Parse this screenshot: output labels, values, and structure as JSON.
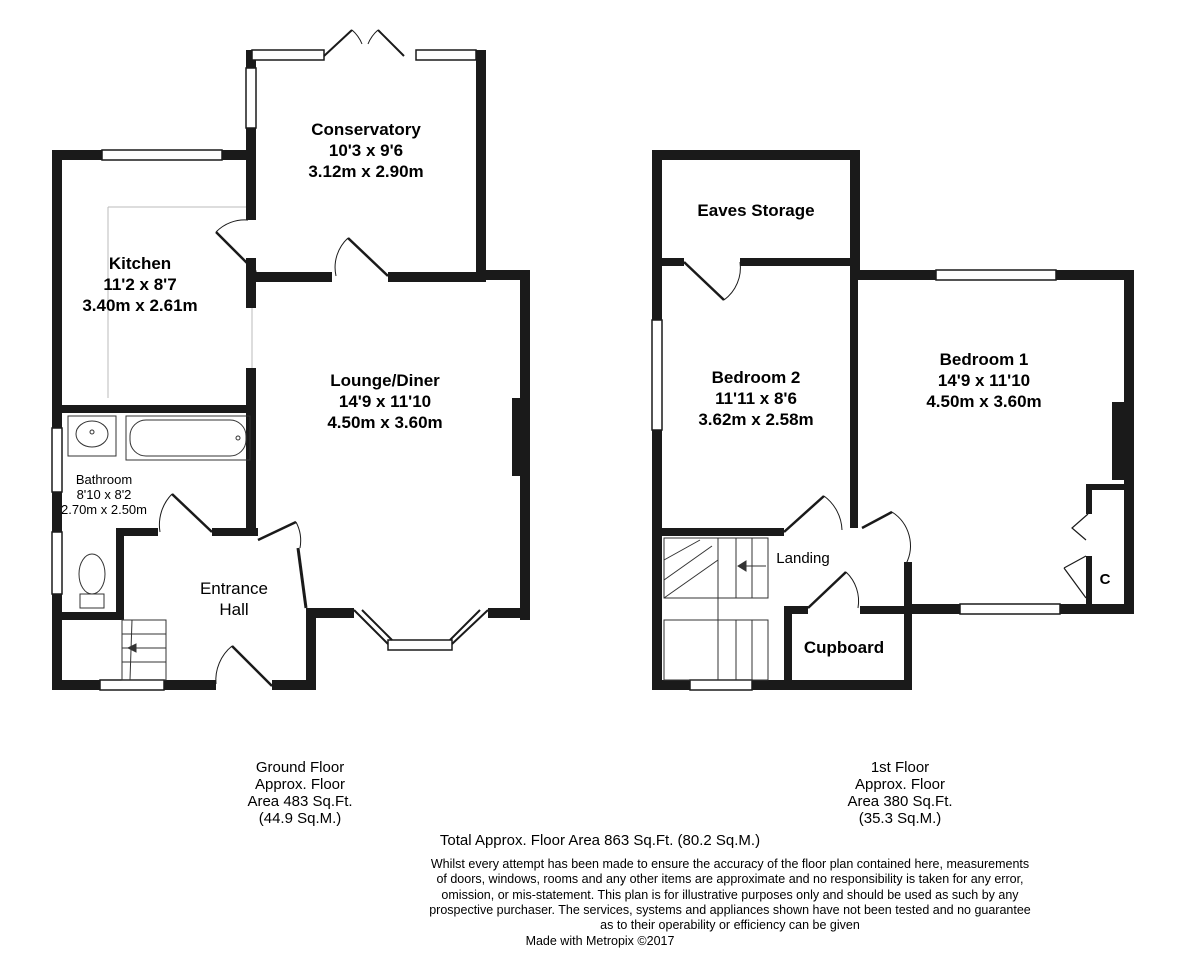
{
  "rooms": {
    "conservatory": {
      "name": "Conservatory",
      "imperial": "10'3 x 9'6",
      "metric": "3.12m x 2.90m"
    },
    "kitchen": {
      "name": "Kitchen",
      "imperial": "11'2 x 8'7",
      "metric": "3.40m x 2.61m"
    },
    "lounge": {
      "name": "Lounge/Diner",
      "imperial": "14'9 x 11'10",
      "metric": "4.50m x 3.60m"
    },
    "bathroom": {
      "name": "Bathroom",
      "imperial": "8'10 x 8'2",
      "metric": "2.70m x 2.50m"
    },
    "entrance": {
      "line1": "Entrance",
      "line2": "Hall"
    },
    "eaves": {
      "name": "Eaves Storage"
    },
    "bedroom2": {
      "name": "Bedroom 2",
      "imperial": "11'11 x 8'6",
      "metric": "3.62m x 2.58m"
    },
    "bedroom1": {
      "name": "Bedroom 1",
      "imperial": "14'9 x 11'10",
      "metric": "4.50m x 3.60m"
    },
    "landing": {
      "name": "Landing"
    },
    "cupboard": {
      "name": "Cupboard"
    },
    "closet": {
      "name": "C"
    }
  },
  "ground_floor": {
    "line1": "Ground Floor",
    "line2": "Approx. Floor",
    "line3": "Area 483 Sq.Ft.",
    "line4": "(44.9 Sq.M.)"
  },
  "first_floor": {
    "line1": "1st Floor",
    "line2": "Approx. Floor",
    "line3": "Area 380 Sq.Ft.",
    "line4": "(35.3 Sq.M.)"
  },
  "total_area": "Total Approx. Floor Area 863 Sq.Ft. (80.2 Sq.M.)",
  "disclaimer": [
    "Whilst every attempt has been made to ensure the accuracy of the floor plan contained here, measurements",
    "of doors, windows, rooms and any other items are approximate and no responsibility is taken for any error,",
    "omission, or mis-statement. This plan is for illustrative purposes only and should be used as such by any",
    "prospective purchaser. The services, systems and appliances shown have not been tested and no guarantee",
    "as to their operability or efficiency can be given"
  ],
  "credit": "Made with Metropix ©2017"
}
